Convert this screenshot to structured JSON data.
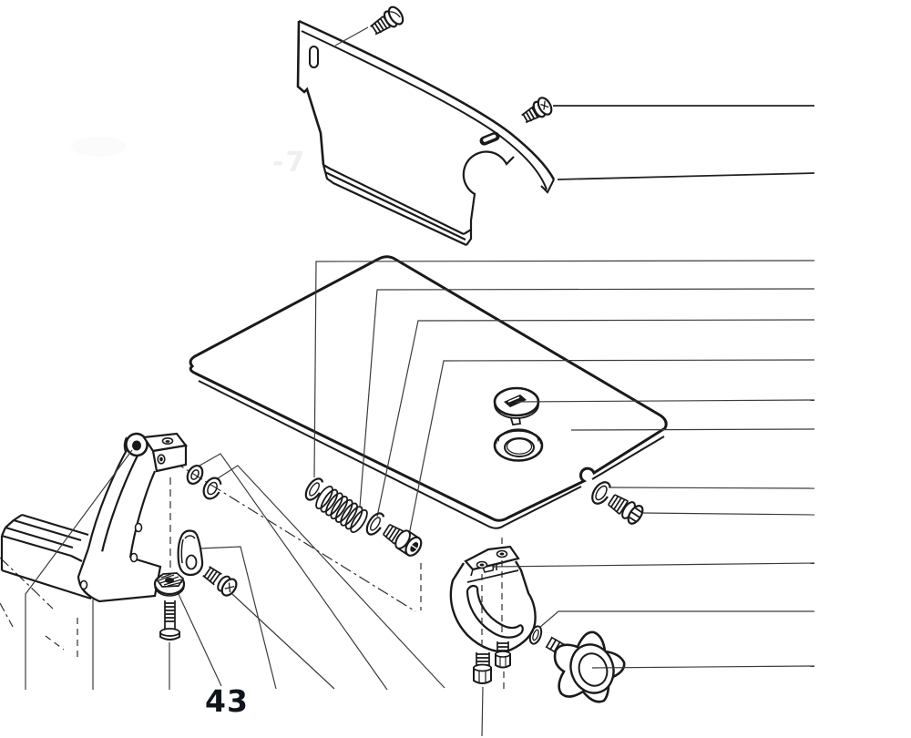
{
  "figure": {
    "label": "43",
    "watermark": "-7"
  },
  "style": {
    "line_color": "#1a1a1a",
    "leader_color": "#3c3c3c",
    "phantom_color": "#2e2e2e",
    "label_color": "#10151c",
    "watermark_color": "#efefef"
  },
  "parts": [
    {
      "id": "cover-panel",
      "name": "sheet metal cover panel"
    },
    {
      "id": "top-pan-screw",
      "name": "pan head screw (cover top)"
    },
    {
      "id": "right-pan-screw",
      "name": "pan head screw (cover right)"
    },
    {
      "id": "table-top",
      "name": "tilting table top"
    },
    {
      "id": "slotted-plug",
      "name": "slotted table plug"
    },
    {
      "id": "hole-bezel",
      "name": "table insert bezel ring"
    },
    {
      "id": "lock-washer-a",
      "name": "spring lock washer"
    },
    {
      "id": "compression-spring",
      "name": "compression spring"
    },
    {
      "id": "lock-washer-b",
      "name": "spring lock washer"
    },
    {
      "id": "socket-screw",
      "name": "socket head screw"
    },
    {
      "id": "edge-lock-washer",
      "name": "spring lock washer (table edge)"
    },
    {
      "id": "edge-screw",
      "name": "slotted screw (table edge)"
    },
    {
      "id": "hinge-bracket",
      "name": "table hinge bracket"
    },
    {
      "id": "base-rail",
      "name": "mounting base rail"
    },
    {
      "id": "washer-small",
      "name": "flat washer"
    },
    {
      "id": "washer-large",
      "name": "spring washer"
    },
    {
      "id": "retainer-clip",
      "name": "retainer clip"
    },
    {
      "id": "flange-nut",
      "name": "flange nut"
    },
    {
      "id": "stud-screw",
      "name": "stud screw"
    },
    {
      "id": "phillips-screw",
      "name": "cross recess screw"
    },
    {
      "id": "quadrant-bracket",
      "name": "tilt quadrant bracket"
    },
    {
      "id": "cap-screw-1",
      "name": "cap screw"
    },
    {
      "id": "cap-screw-2",
      "name": "cap screw"
    },
    {
      "id": "knob-washer",
      "name": "washer (knob)"
    },
    {
      "id": "star-knob",
      "name": "star lock knob"
    }
  ]
}
